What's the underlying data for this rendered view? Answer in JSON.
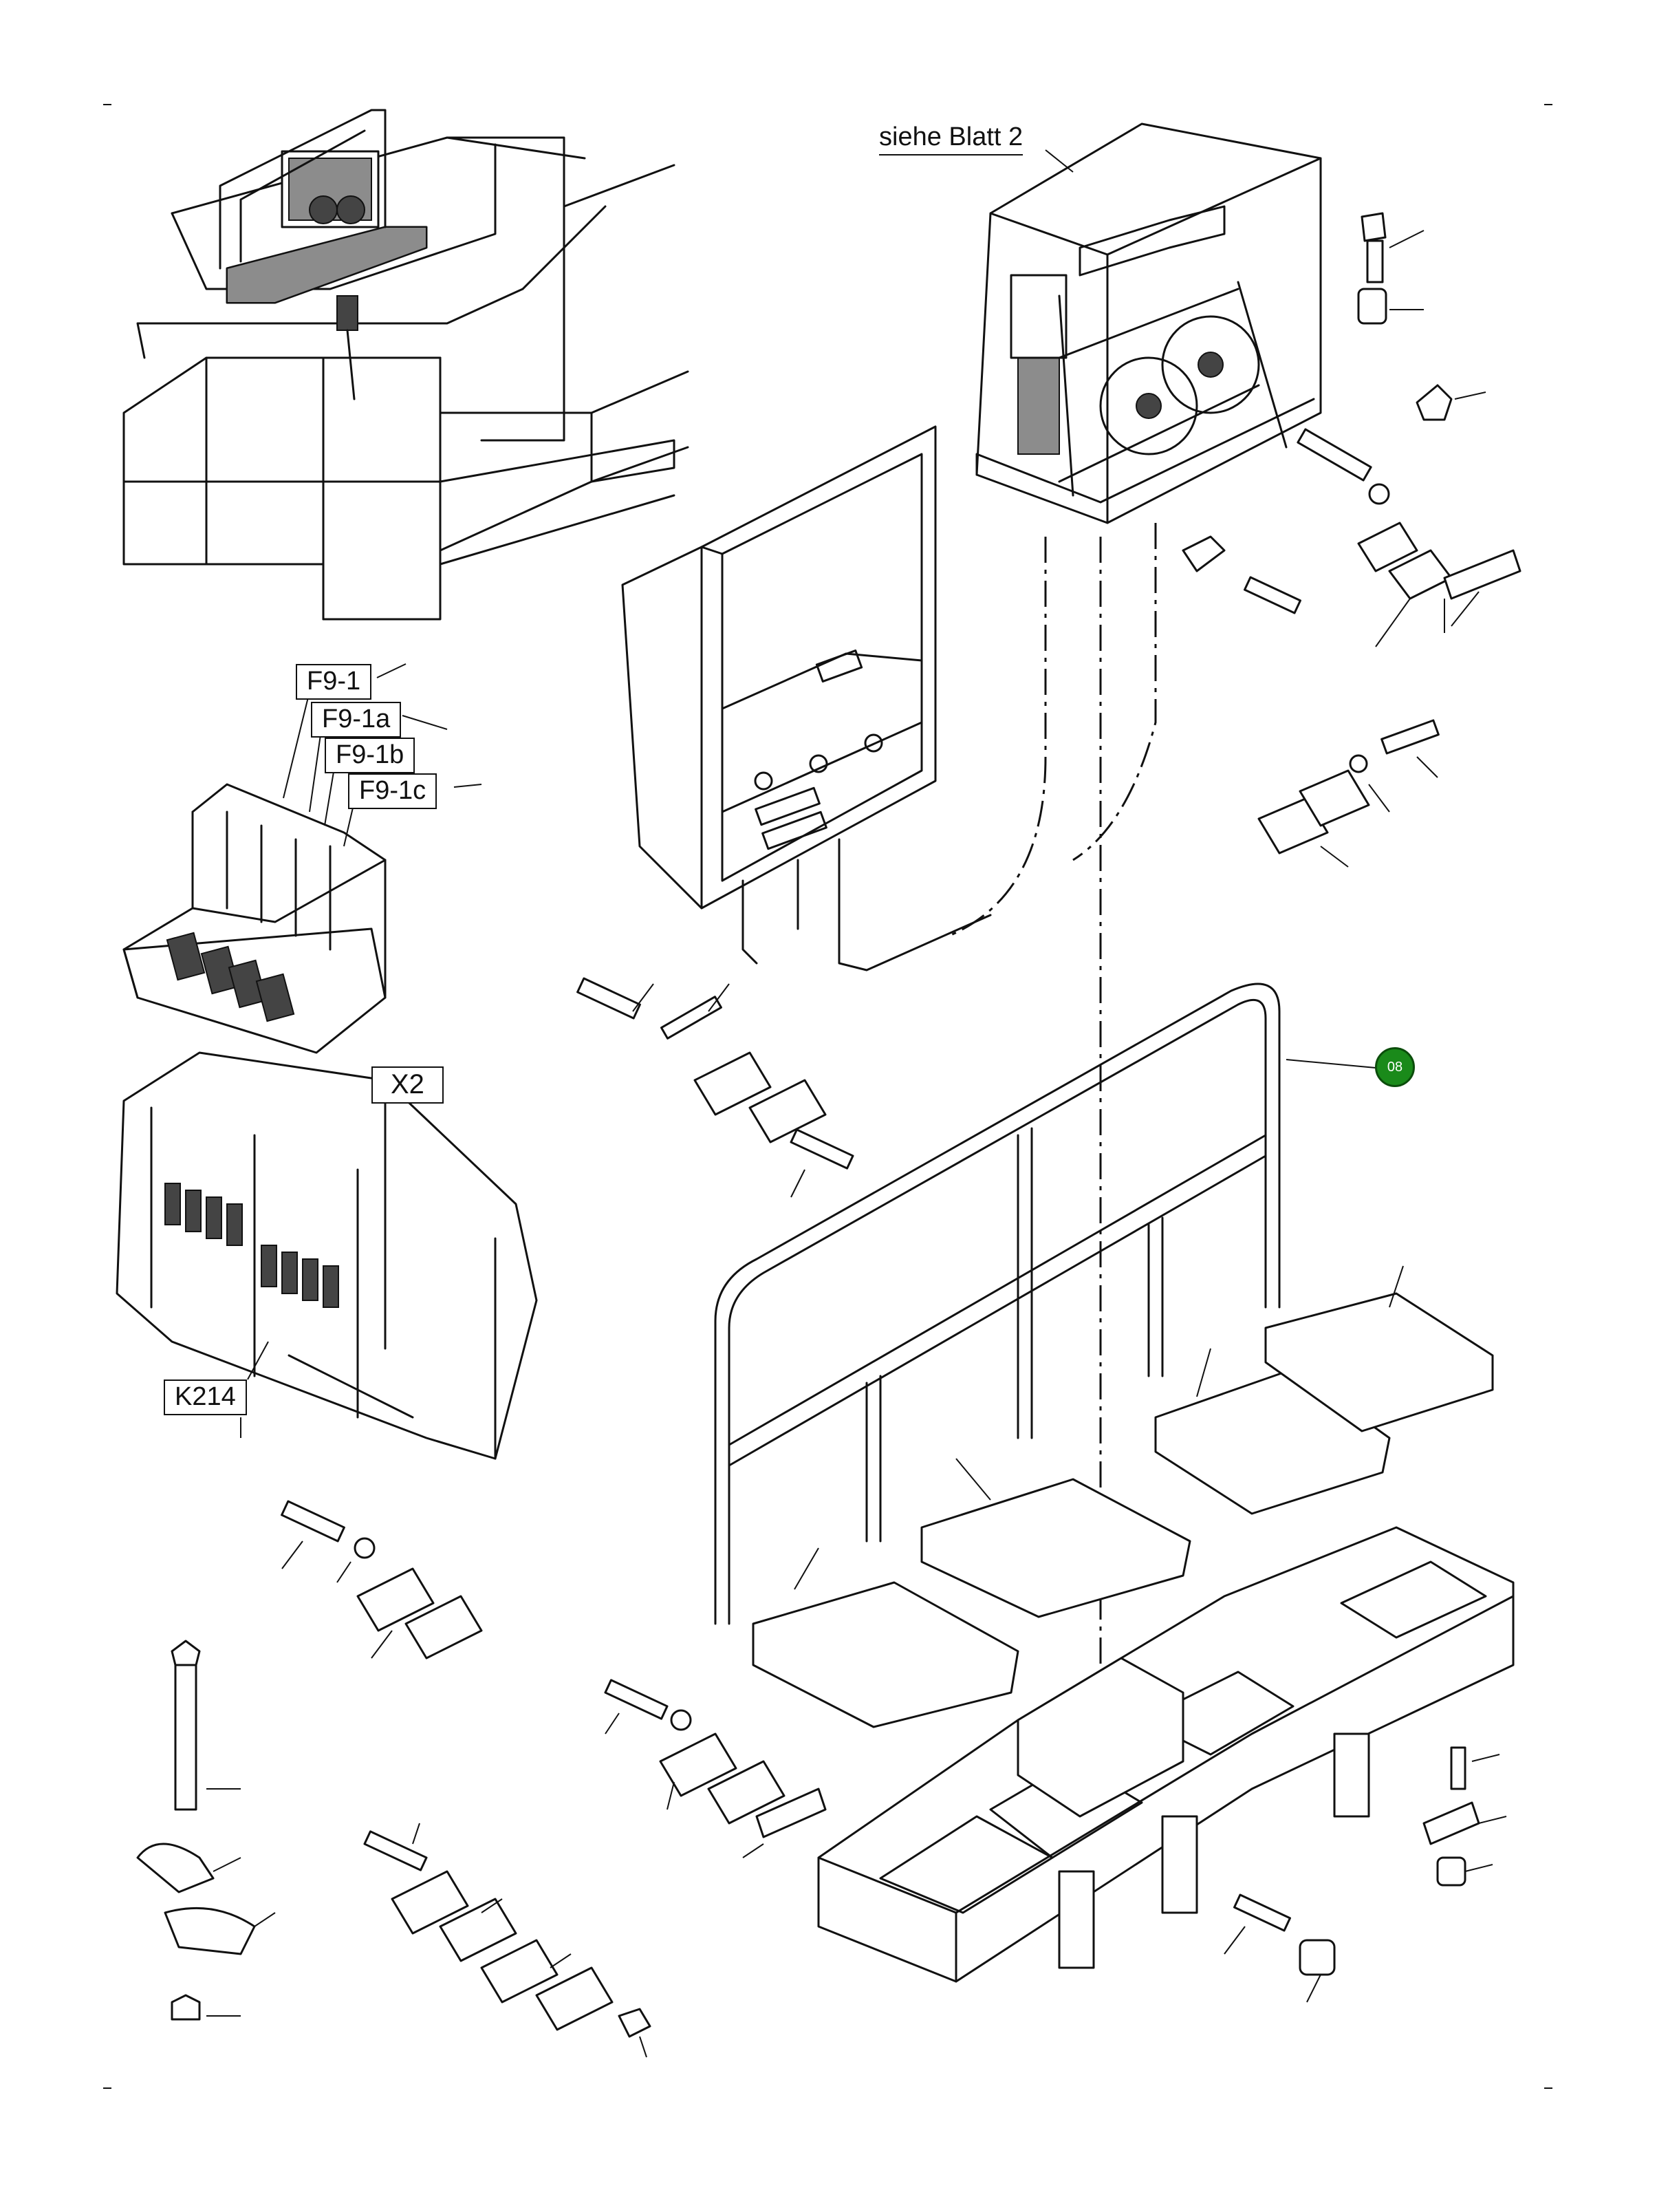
{
  "labels": {
    "reference": "siehe Blatt 2",
    "f9_1": "F9-1",
    "f9_1a": "F9-1a",
    "f9_1b": "F9-1b",
    "f9_1c": "F9-1c",
    "x2": "X2",
    "k214": "K214"
  },
  "position_badge": "08",
  "colors": {
    "badge_fill": "#1a8a1a",
    "line": "#111111",
    "shade": "#8c8c8c"
  }
}
